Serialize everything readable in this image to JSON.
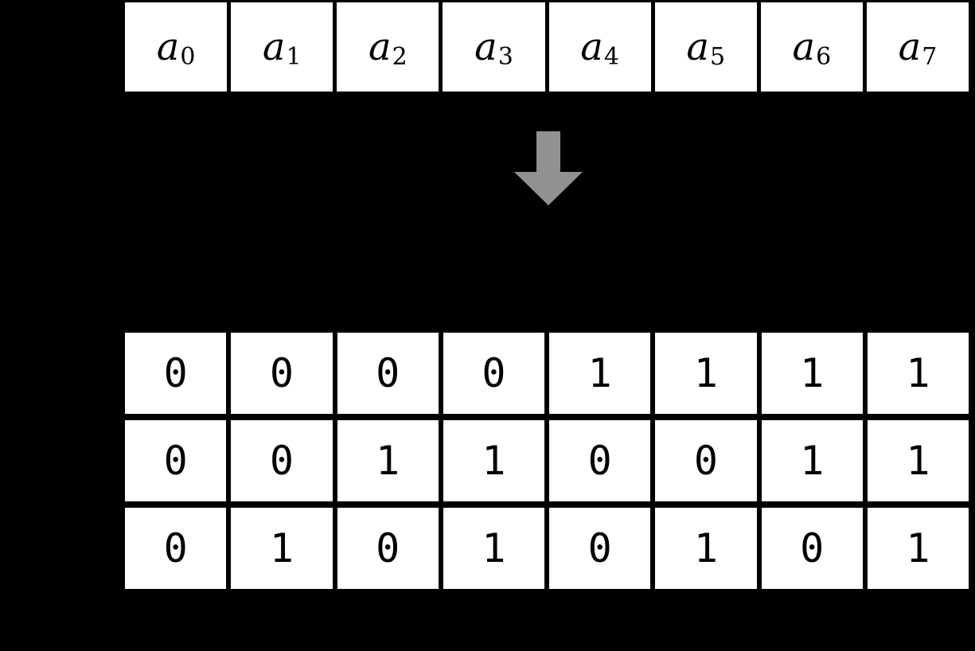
{
  "figure": {
    "background": "#000000",
    "cell_background": "#ffffff",
    "text_color": "#000000",
    "arrow_color": "#919191"
  },
  "array_row": {
    "items": [
      {
        "base": "a",
        "sub": "0"
      },
      {
        "base": "a",
        "sub": "1"
      },
      {
        "base": "a",
        "sub": "2"
      },
      {
        "base": "a",
        "sub": "3"
      },
      {
        "base": "a",
        "sub": "4"
      },
      {
        "base": "a",
        "sub": "5"
      },
      {
        "base": "a",
        "sub": "6"
      },
      {
        "base": "a",
        "sub": "7"
      }
    ]
  },
  "arrow": {
    "icon": "down-arrow"
  },
  "bit_table": {
    "rows": [
      [
        "0",
        "0",
        "0",
        "0",
        "1",
        "1",
        "1",
        "1"
      ],
      [
        "0",
        "0",
        "1",
        "1",
        "0",
        "0",
        "1",
        "1"
      ],
      [
        "0",
        "1",
        "0",
        "1",
        "0",
        "1",
        "0",
        "1"
      ]
    ]
  }
}
